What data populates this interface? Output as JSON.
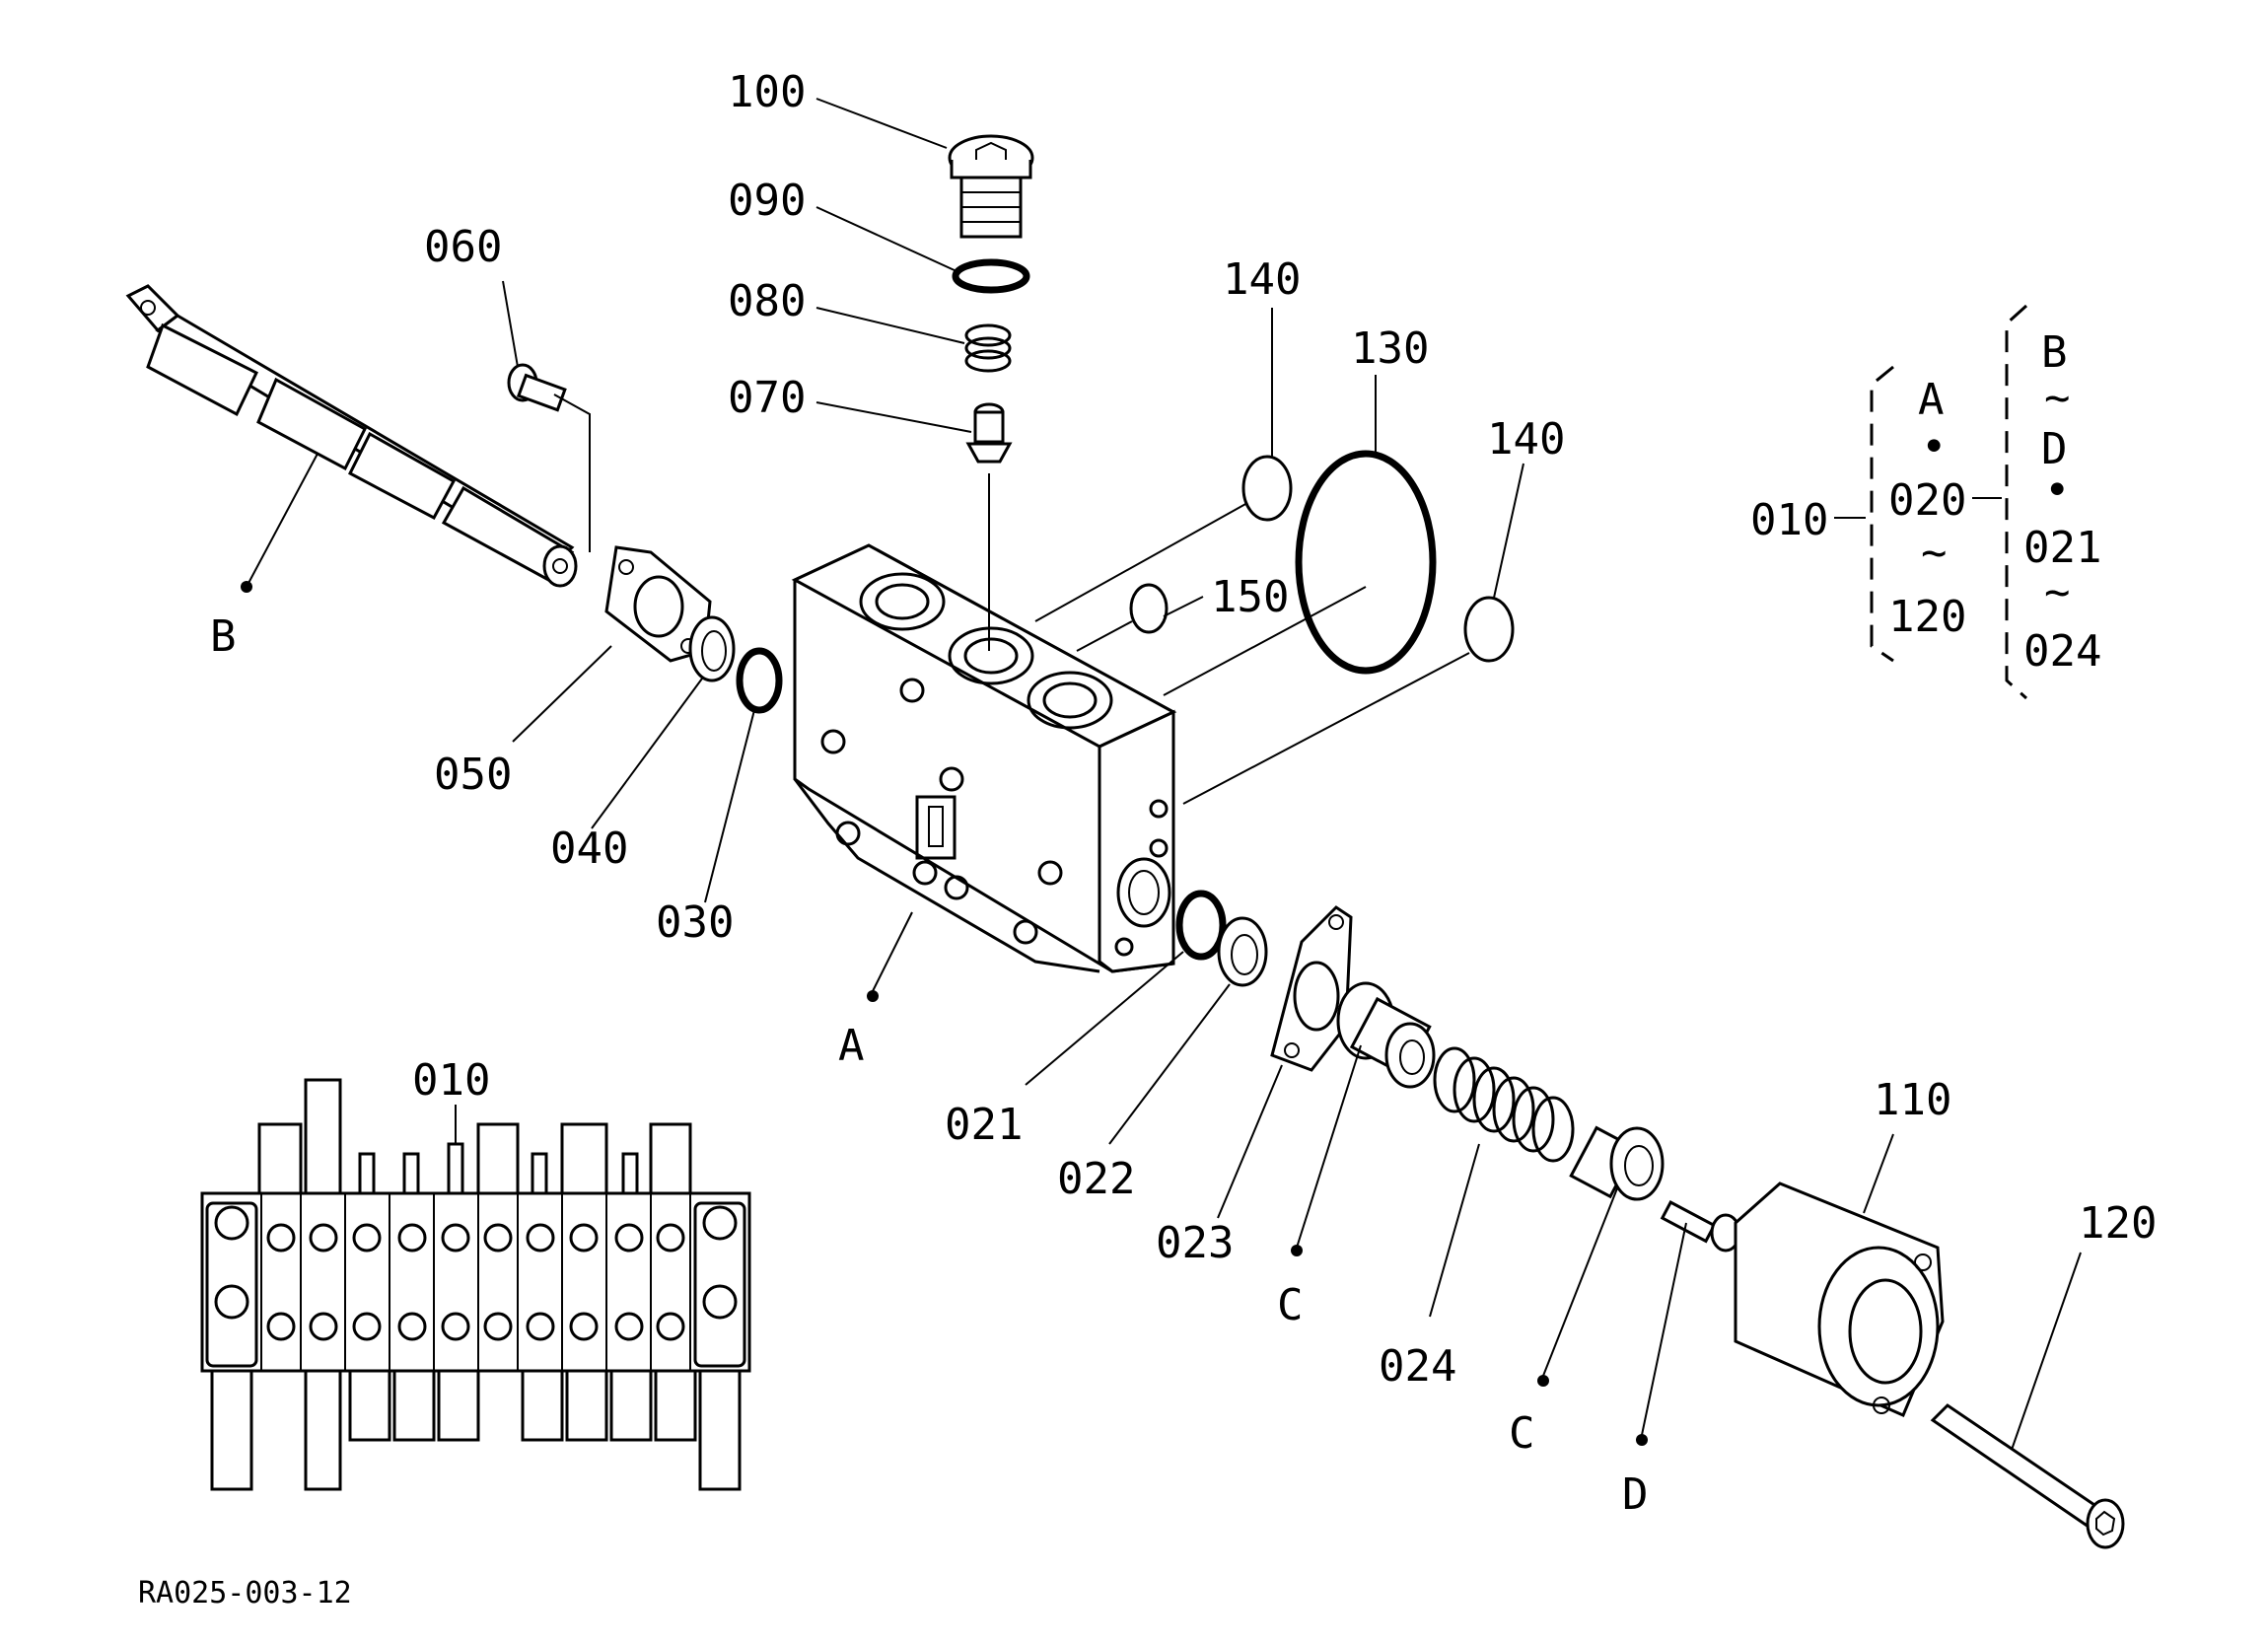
{
  "diagram": {
    "drawing_code": "RA025-003-12",
    "part_labels": {
      "p100": "100",
      "p090": "090",
      "p080": "080",
      "p070": "070",
      "p060": "060",
      "p140a": "140",
      "p130": "130",
      "p140b": "140",
      "p150": "150",
      "p050": "050",
      "p040": "040",
      "p030": "030",
      "p021": "021",
      "p022": "022",
      "p023": "023",
      "p024": "024",
      "p110": "110",
      "p120": "120",
      "p010_inset": "010"
    },
    "ref_labels": {
      "refB": "B",
      "refA": "A",
      "refC1": "C",
      "refC2": "C",
      "refD": "D"
    },
    "kit_legend": {
      "kit_no": "010",
      "left_group": [
        "A",
        "•",
        "020",
        "~",
        "120"
      ],
      "right_group": [
        "B",
        "~",
        "D",
        "•",
        "021",
        "~",
        "024"
      ]
    }
  }
}
